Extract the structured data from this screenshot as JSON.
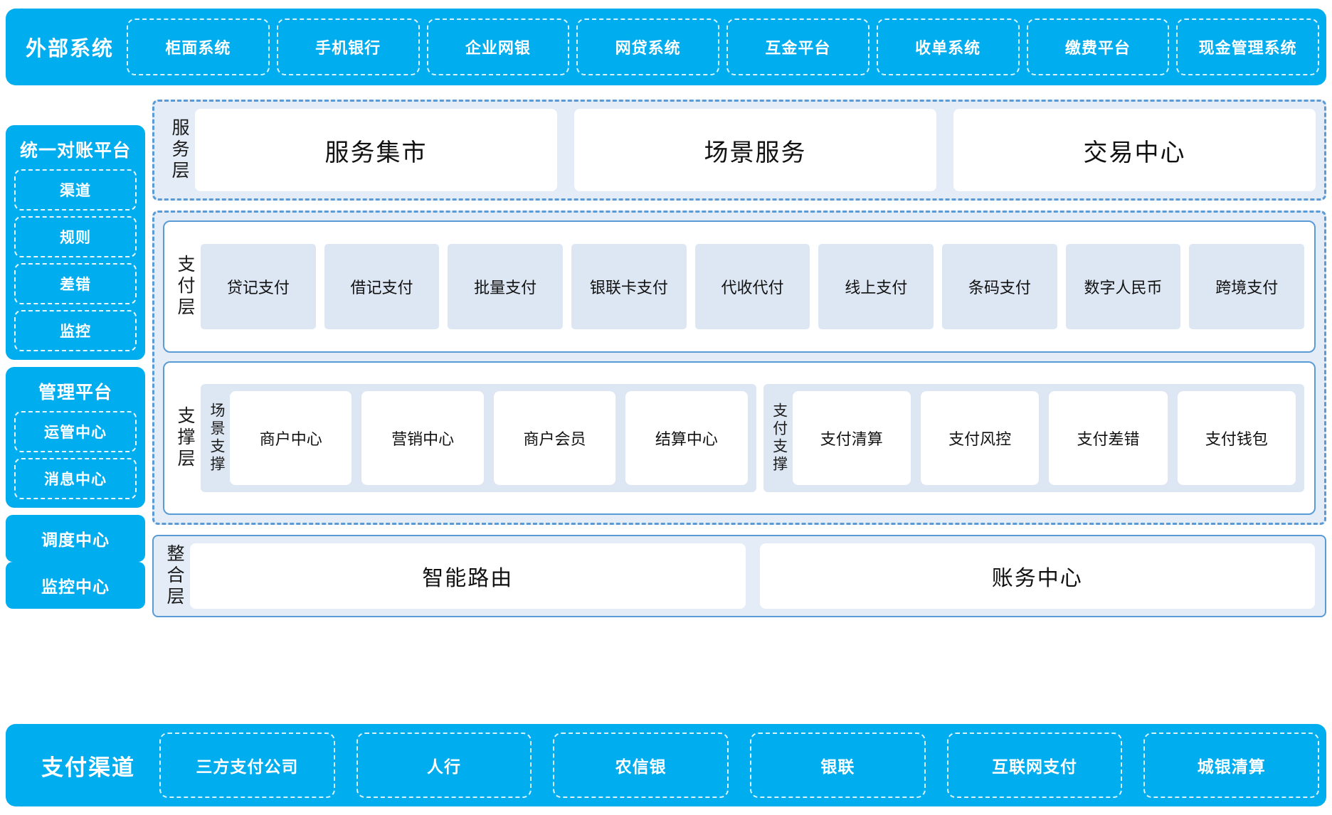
{
  "colors": {
    "cyan": "#00ADEF",
    "panel_bg": "#E4ECF7",
    "tile_bg": "#DDE7F3",
    "border_blue": "#5B9BD5",
    "white": "#FFFFFF",
    "text": "#111111"
  },
  "external_systems": {
    "title": "外部系统",
    "items": [
      "柜面系统",
      "手机银行",
      "企业网银",
      "网贷系统",
      "互金平台",
      "收单系统",
      "缴费平台",
      "现金管理系统"
    ]
  },
  "sidebar": {
    "reconciliation": {
      "title": "统一对账平台",
      "items": [
        "渠道",
        "规则",
        "差错",
        "监控"
      ]
    },
    "management": {
      "title": "管理平台",
      "items": [
        "运管中心",
        "消息中心"
      ]
    },
    "standalone": [
      "调度中心",
      "监控中心"
    ]
  },
  "service_layer": {
    "label": "服务层",
    "cards": [
      "服务集市",
      "场景服务",
      "交易中心"
    ]
  },
  "payment_layer": {
    "label": "支付层",
    "items": [
      "贷记支付",
      "借记支付",
      "批量支付",
      "银联卡支付",
      "代收代付",
      "线上支付",
      "条码支付",
      "数字人民币",
      "跨境支付"
    ]
  },
  "support_layer": {
    "label": "支撑层",
    "groups": [
      {
        "label": "场景支撑",
        "cards": [
          "商户中心",
          "营销中心",
          "商户会员",
          "结算中心"
        ]
      },
      {
        "label": "支付支撑",
        "cards": [
          "支付清算",
          "支付风控",
          "支付差错",
          "支付钱包"
        ]
      }
    ]
  },
  "integration_layer": {
    "label": "整合层",
    "cards": [
      "智能路由",
      "账务中心"
    ]
  },
  "payment_channels": {
    "title": "支付渠道",
    "items": [
      "三方支付公司",
      "人行",
      "农信银",
      "银联",
      "互联网支付",
      "城银清算"
    ]
  }
}
